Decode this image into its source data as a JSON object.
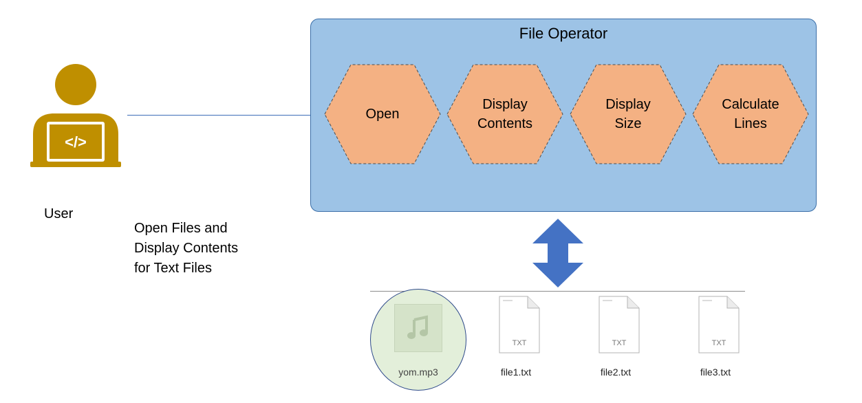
{
  "actor": {
    "label": "User",
    "icon": "developer-laptop-icon",
    "color": "#bf8f00"
  },
  "connection_label": [
    "Open Files and",
    "Display Contents",
    "for Text Files"
  ],
  "operator": {
    "title": "File Operator",
    "fill": "#9dc3e6",
    "operations": [
      {
        "lines": [
          "Open"
        ]
      },
      {
        "lines": [
          "Display",
          "Contents"
        ]
      },
      {
        "lines": [
          "Display",
          "Size"
        ]
      },
      {
        "lines": [
          "Calculate",
          "Lines"
        ]
      }
    ],
    "operation_fill": "#f4b183"
  },
  "arrow": {
    "icon": "double-arrow-vertical-icon",
    "color": "#4472c4"
  },
  "files": [
    {
      "name": "yom.mp3",
      "type": "",
      "icon": "music-file-icon",
      "highlighted": true
    },
    {
      "name": "file1.txt",
      "type": "TXT",
      "icon": "text-file-icon"
    },
    {
      "name": "file2.txt",
      "type": "TXT",
      "icon": "text-file-icon"
    },
    {
      "name": "file3.txt",
      "type": "TXT",
      "icon": "text-file-icon"
    }
  ]
}
